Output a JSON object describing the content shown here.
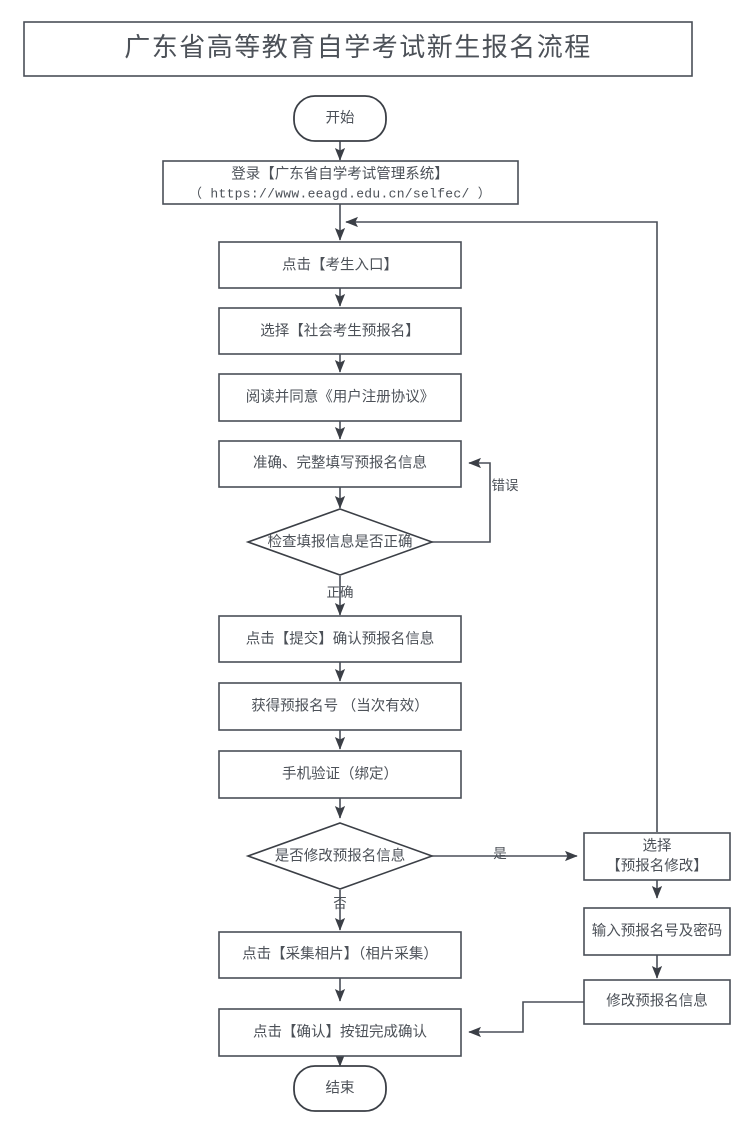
{
  "document": {
    "title": "广东省高等教育自学考试新生报名流程",
    "background_color": "#ffffff",
    "line_color": "#4a4f58",
    "text_color": "#4c5158"
  },
  "nodes": {
    "start": {
      "label": "开始",
      "shape": "rounded"
    },
    "login_line1": {
      "label": "登录【广东省自学考试管理系统】"
    },
    "login_line2": {
      "label": "（ https://www.eeagd.edu.cn/selfec/ ）"
    },
    "entry": {
      "label": "点击【考生入口】"
    },
    "choose_preregister": {
      "label": "选择【社会考生预报名】"
    },
    "agreement": {
      "label": "阅读并同意《用户注册协议》"
    },
    "fill_info": {
      "label": "准确、完整填写预报名信息"
    },
    "check_info": {
      "label": "检查填报信息是否正确",
      "shape": "diamond"
    },
    "submit": {
      "label": "点击【提交】确认预报名信息"
    },
    "get_number": {
      "label": "获得预报名号 （当次有效）"
    },
    "phone_verify": {
      "label": "手机验证（绑定）"
    },
    "modify_decision": {
      "label": "是否修改预报名信息",
      "shape": "diamond"
    },
    "select_modify_line1": {
      "label": "选择"
    },
    "select_modify_line2": {
      "label": "【预报名修改】"
    },
    "input_credentials": {
      "label": "输入预报名号及密码"
    },
    "modify_info": {
      "label": "修改预报名信息"
    },
    "collect_photo": {
      "label": "点击【采集相片】（相片采集）"
    },
    "confirm": {
      "label": "点击【确认】按钮完成确认"
    },
    "end": {
      "label": "结束",
      "shape": "rounded"
    }
  },
  "edge_labels": {
    "error": "错误",
    "correct": "正确",
    "yes": "是",
    "no": "否"
  }
}
